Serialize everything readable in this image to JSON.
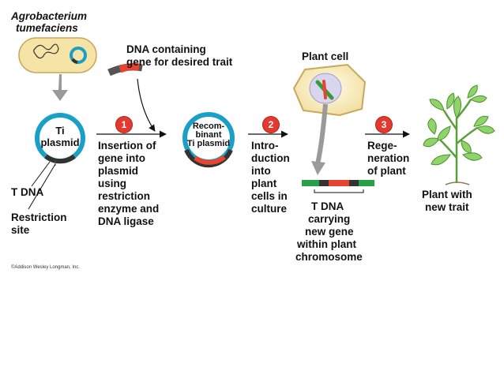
{
  "labels": {
    "agro_line1": "Agrobacterium",
    "agro_line2": "tumefaciens",
    "dna_line1": "DNA containing",
    "dna_line2": "gene for desired trait",
    "plant_cell": "Plant cell",
    "ti_plasmid_line1": "Ti",
    "ti_plasmid_line2": "plasmid",
    "recomb_line1": "Recom-",
    "recomb_line2": "binant",
    "recomb_line3": "Ti plasmid",
    "t_dna": "T DNA",
    "restriction_site_line1": "Restriction",
    "restriction_site_line2": "site",
    "step1_line1": "Insertion of",
    "step1_line2": "gene into",
    "step1_line3": "plasmid",
    "step1_line4": "using",
    "step1_line5": "restriction",
    "step1_line6": "enzyme and",
    "step1_line7": "DNA ligase",
    "step2_line1": "Intro-",
    "step2_line2": "duction",
    "step2_line3": "into",
    "step2_line4": "plant",
    "step2_line5": "cells in",
    "step2_line6": "culture",
    "step3_line1": "Rege-",
    "step3_line2": "neration",
    "step3_line3": "of plant",
    "tdna_new_line1": "T DNA",
    "tdna_new_line2": "carrying",
    "tdna_new_line3": "new gene",
    "tdna_new_line4": "within plant",
    "tdna_new_line5": "chromosome",
    "plant_trait_line1": "Plant with",
    "plant_trait_line2": "new trait",
    "copyright": "©Addison Wesley Longman, Inc."
  },
  "steps": {
    "step1": "1",
    "step2": "2",
    "step3": "3"
  },
  "colors": {
    "plasmid_teal": "#1aa0c8",
    "insert_red": "#e8452f",
    "badge_red": "#e23a2e",
    "cell_fill": "#f6e7b3",
    "leaf_green": "#7fc85a",
    "arrow_gray": "#9a9a9a"
  }
}
